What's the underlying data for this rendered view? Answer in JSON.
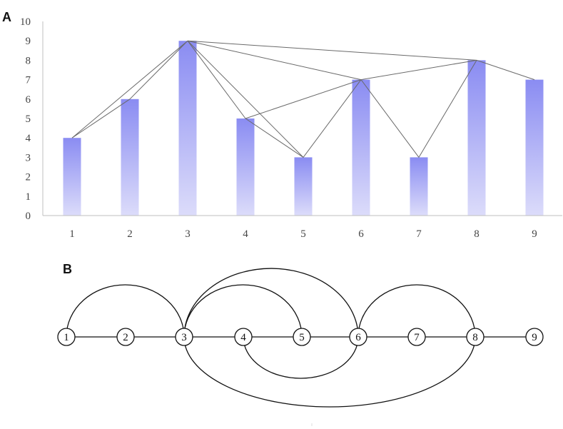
{
  "panel_a": {
    "letter": "A"
  },
  "panel_b": {
    "letter": "B"
  },
  "chart_data": {
    "type": "bar",
    "categories": [
      "1",
      "2",
      "3",
      "4",
      "5",
      "6",
      "7",
      "8",
      "9"
    ],
    "values": [
      4,
      6,
      9,
      5,
      3,
      7,
      3,
      8,
      7
    ],
    "ylim": [
      0,
      10
    ],
    "yticks": [
      0,
      1,
      2,
      3,
      4,
      5,
      6,
      7,
      8,
      9,
      10
    ],
    "title": "",
    "xlabel": "",
    "ylabel": "",
    "grid": false,
    "bar_color_top": "#8a8cf2",
    "bar_color_bottom": "#dcdcfa",
    "visibility_edges": [
      [
        1,
        2
      ],
      [
        1,
        3
      ],
      [
        2,
        3
      ],
      [
        3,
        4
      ],
      [
        3,
        5
      ],
      [
        3,
        6
      ],
      [
        3,
        8
      ],
      [
        4,
        5
      ],
      [
        4,
        6
      ],
      [
        5,
        6
      ],
      [
        6,
        7
      ],
      [
        6,
        8
      ],
      [
        7,
        8
      ],
      [
        8,
        9
      ]
    ]
  },
  "graph": {
    "nodes": [
      "1",
      "2",
      "3",
      "4",
      "5",
      "6",
      "7",
      "8",
      "9"
    ],
    "edges": [
      [
        1,
        2
      ],
      [
        2,
        3
      ],
      [
        3,
        4
      ],
      [
        4,
        5
      ],
      [
        5,
        6
      ],
      [
        6,
        7
      ],
      [
        7,
        8
      ],
      [
        8,
        9
      ],
      [
        1,
        3
      ],
      [
        3,
        5
      ],
      [
        3,
        6
      ],
      [
        6,
        8
      ],
      [
        4,
        6
      ],
      [
        3,
        8
      ]
    ]
  }
}
